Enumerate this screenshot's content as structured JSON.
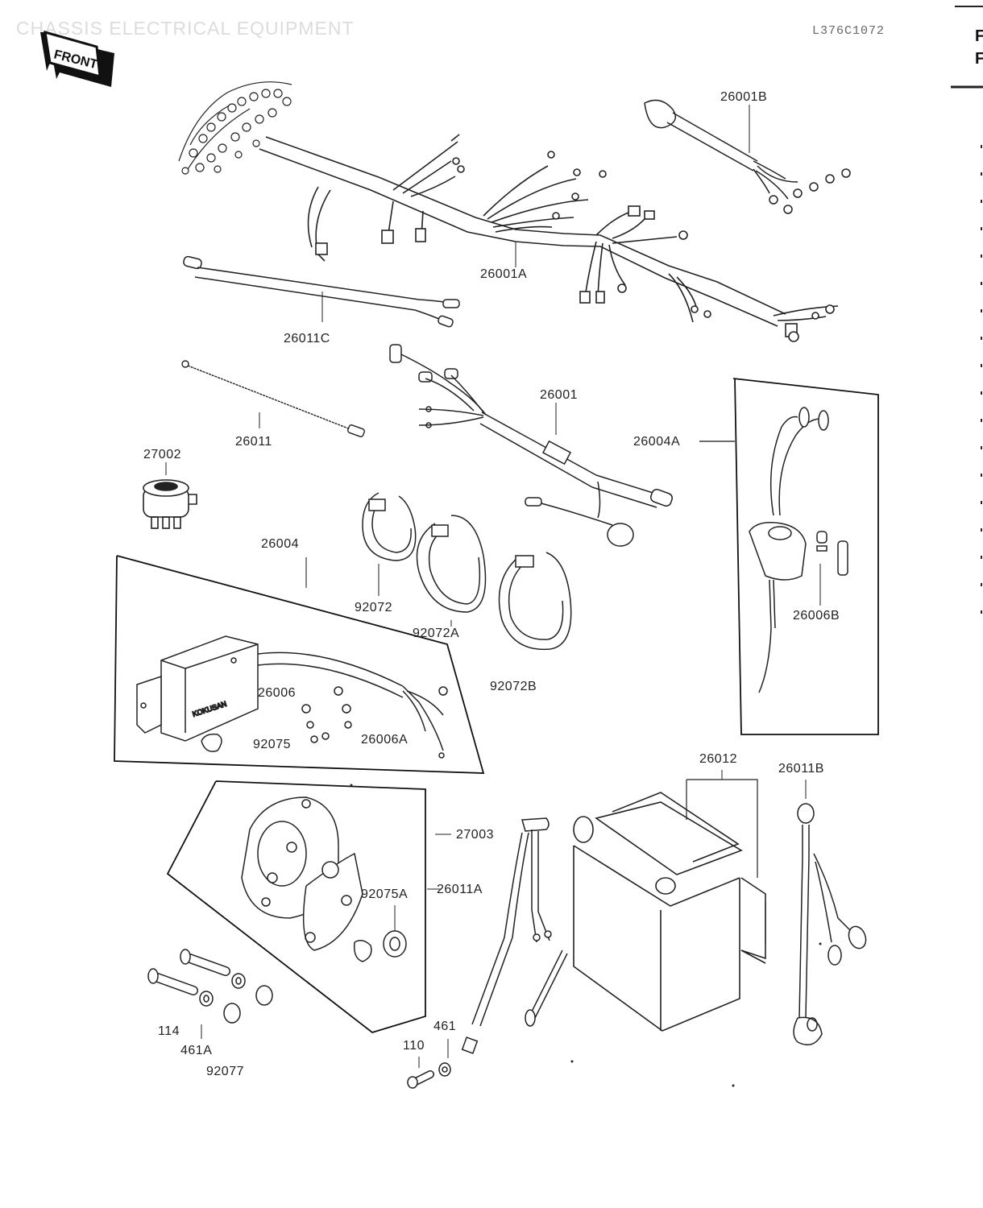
{
  "header": {
    "title": "CHASSIS ELECTRICAL EQUIPMENT",
    "code": "L376C1072",
    "front_label": "FRONT",
    "side_chars": [
      "F",
      "F"
    ]
  },
  "parts": {
    "p26001A": "26001A",
    "p26001B": "26001B",
    "p26011C": "26011C",
    "p26011": "26011",
    "p26001": "26001",
    "p27002": "27002",
    "p26004A": "26004A",
    "p26004": "26004",
    "p92072": "92072",
    "p92072A": "92072A",
    "p92072B": "92072B",
    "p26006B": "26006B",
    "p26006": "26006",
    "p26006A": "26006A",
    "p92075": "92075",
    "p26012": "26012",
    "p26011B": "26011B",
    "p27003": "27003",
    "p92075A": "92075A",
    "p26011A": "26011A",
    "p114": "114",
    "p461A": "461A",
    "p92077": "92077",
    "p461": "461",
    "p110": "110"
  }
}
